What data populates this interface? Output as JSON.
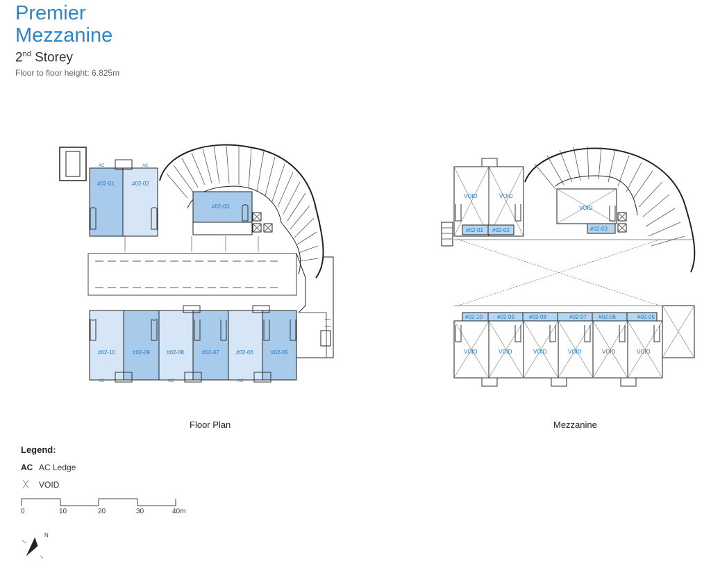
{
  "page": {
    "title_line1": "Premier",
    "title_line2": "Mezzanine",
    "storey_number": "2",
    "storey_suffix": "nd",
    "storey_word": "Storey",
    "floor_height": "Floor to floor height: 6.825m"
  },
  "colors": {
    "unit_dark": "#A8CBEC",
    "unit_light": "#D6E6F6",
    "mezz_band": "#B6D6F0",
    "title_blue": "#2E86C8",
    "unit_label": "#1E78C8",
    "line": "#222222"
  },
  "floor_plan": {
    "caption": "Floor Plan",
    "units_top": [
      "#02-01",
      "#02-02"
    ],
    "unit_mid": "#02-03",
    "units_bottom": [
      "#02-10",
      "#02-09",
      "#02-08",
      "#02-07",
      "#02-06",
      "#02-05"
    ],
    "ac_tag": "AC"
  },
  "mezzanine": {
    "caption": "Mezzanine",
    "units_top": [
      "#02-01",
      "#02-02"
    ],
    "unit_mid": "#02-03",
    "units_bottom": [
      "#02-10",
      "#02-09",
      "#02-08",
      "#02-07",
      "#02-06",
      "#02-05"
    ],
    "void_label": "VOID"
  },
  "legend": {
    "title": "Legend:",
    "ac_code": "AC",
    "ac_text": "AC Ledge",
    "void_text": "VOID"
  },
  "scale": {
    "labels": [
      "0",
      "10",
      "20",
      "30",
      "40m"
    ]
  },
  "compass": {
    "north": "N"
  }
}
